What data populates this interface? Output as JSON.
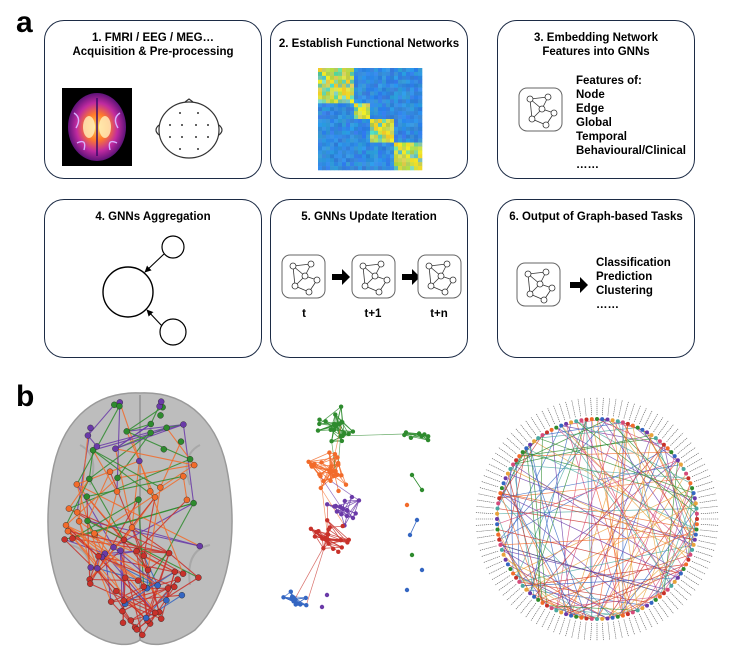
{
  "panel_a": {
    "letter": "a"
  },
  "panel_b": {
    "letter": "b"
  },
  "boxes": {
    "box1": {
      "title_line1": "1. FMRI / EEG / MEG…",
      "title_line2": "Acquisition & Pre-processing"
    },
    "box2": {
      "title": "2. Establish Functional Networks"
    },
    "box3": {
      "title_line1": "3. Embedding Network",
      "title_line2": "Features into GNNs",
      "features": [
        "Features of:",
        "Node",
        "Edge",
        "Global",
        "Temporal",
        "Behavioural/Clinical",
        "……"
      ]
    },
    "box4": {
      "title": "4. GNNs Aggregation"
    },
    "box5": {
      "title": "5. GNNs Update Iteration",
      "steps": [
        "t",
        "t+1",
        "t+n"
      ]
    },
    "box6": {
      "title": "6. Output of Graph-based Tasks",
      "outputs": [
        "Classification",
        "Prediction",
        "Clustering",
        "……"
      ]
    }
  },
  "colors": {
    "border": "#1c2b45",
    "green": "#2e8b2e",
    "orange": "#f26b2a",
    "red": "#c8312a",
    "purple": "#6a3aa8",
    "blue": "#3466c2",
    "heatmap_bg": "#2a7fd8"
  }
}
